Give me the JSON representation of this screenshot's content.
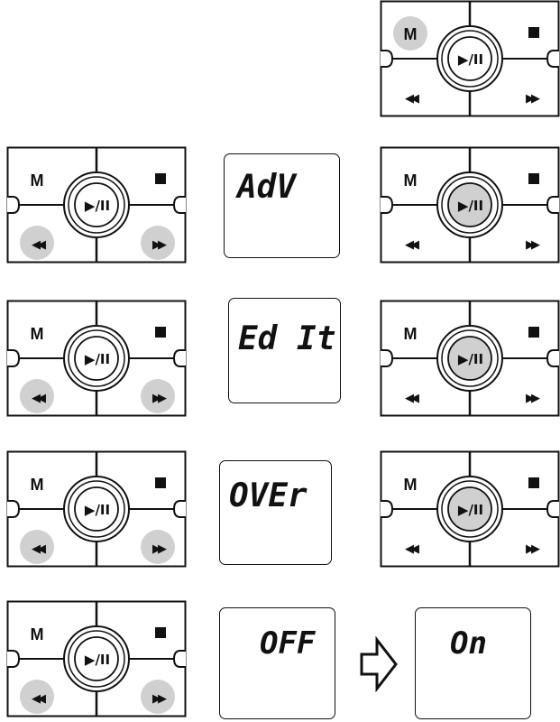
{
  "labels": {
    "menu": "M",
    "play_pause": "▶/II",
    "stop": "■",
    "rewind": "◀◀",
    "forward": "▶▶"
  },
  "colors": {
    "highlight": "#d0d0d0",
    "line": "#111111",
    "background": "#ffffff"
  },
  "panels": [
    {
      "id": "step-menu",
      "highlight": [
        "menu"
      ]
    },
    {
      "id": "step1-select",
      "highlight": [
        "rewind",
        "forward"
      ]
    },
    {
      "id": "step1-confirm",
      "highlight": [
        "play"
      ]
    },
    {
      "id": "step2-select",
      "highlight": [
        "rewind",
        "forward"
      ]
    },
    {
      "id": "step2-confirm",
      "highlight": [
        "play"
      ]
    },
    {
      "id": "step3-select",
      "highlight": [
        "rewind",
        "forward"
      ]
    },
    {
      "id": "step3-confirm",
      "highlight": [
        "play"
      ]
    },
    {
      "id": "step4-select",
      "highlight": [
        "rewind",
        "forward"
      ]
    }
  ],
  "displays": {
    "adv": "AdV",
    "edit": "Ed It",
    "over": "OVEr",
    "off": "OFF",
    "on": "On"
  },
  "arrow_icon": "hollow-right-arrow"
}
